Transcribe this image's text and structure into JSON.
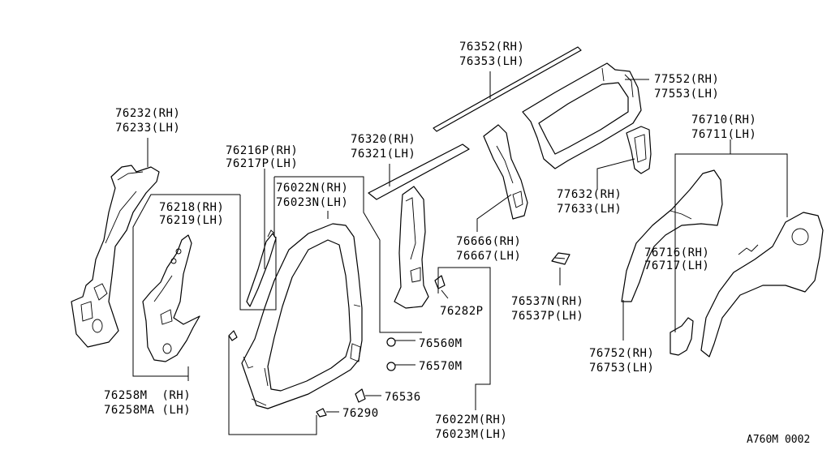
{
  "labels": {
    "p76232_rh": "76232(RH)",
    "p76233_lh": "76233(LH)",
    "p76216p_rh": "76216P(RH)",
    "p76217p_lh": "76217P(LH)",
    "p76218_rh": "76218(RH)",
    "p76219_lh": "76219(LH)",
    "p76022n_rh": "76022N(RH)",
    "p76023n_lh": "76023N(LH)",
    "p76320_rh": "76320(RH)",
    "p76321_lh": "76321(LH)",
    "p76352_rh": "76352(RH)",
    "p76353_lh": "76353(LH)",
    "p77552_rh": "77552(RH)",
    "p77553_lh": "77553(LH)",
    "p76710_rh": "76710(RH)",
    "p76711_lh": "76711(LH)",
    "p77632_rh": "77632(RH)",
    "p77633_lh": "77633(LH)",
    "p76666_rh": "76666(RH)",
    "p76667_lh": "76667(LH)",
    "p76716_rh": "76716(RH)",
    "p76717_lh": "76717(LH)",
    "p76282p": "76282P",
    "p76537n_rh": "76537N(RH)",
    "p76537p_lh": "76537P(LH)",
    "p76560m": "76560M",
    "p76570m": "76570M",
    "p76536": "76536",
    "p76290": "76290",
    "p76258m_rh": "76258M  (RH)",
    "p76258ma_lh": "76258MA (LH)",
    "p76022m_rh": "76022M(RH)",
    "p76023m_lh": "76023M(LH)",
    "p76752_rh": "76752(RH)",
    "p76753_lh": "76753(LH)",
    "diagram_code": "A760M 0002"
  }
}
